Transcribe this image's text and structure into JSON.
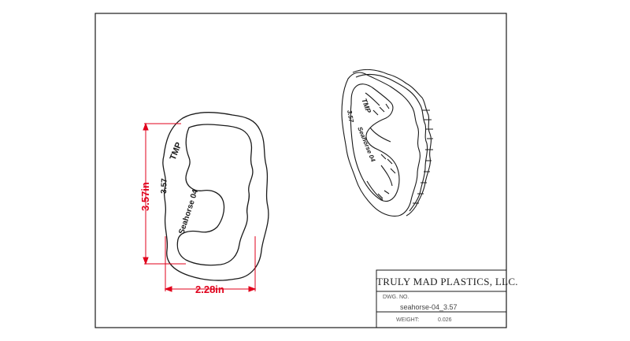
{
  "drawing": {
    "dimension_height": "3.57in",
    "dimension_width": "2.28in",
    "emboss_brand": "TMP",
    "emboss_size": "3.57",
    "emboss_name": "Seahorse 04"
  },
  "title_block": {
    "company": "TRULY MAD PLASTICS, LLC.",
    "dwg_no_label": "DWG. NO.",
    "dwg_no": "seahorse-04_3.57",
    "weight_label": "WEIGHT:",
    "weight_value": "0.026"
  },
  "colors": {
    "line": "#1a1a1a",
    "dimension": "#e0001b"
  }
}
